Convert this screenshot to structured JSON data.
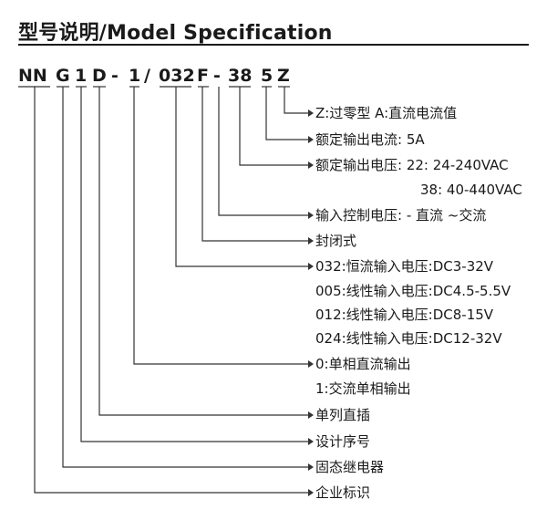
{
  "title": "型号说明/Model Specification",
  "model_code": {
    "enterprise": "NN",
    "ssr": "G",
    "design_seq": "1",
    "mounting": "D",
    "dash1": "-",
    "phase": "1",
    "slash": "/",
    "control_code": "032",
    "package": "F",
    "dash2": "-",
    "voltage_code": "38",
    "current_code": "5",
    "switch_type": "Z"
  },
  "descriptions": {
    "switch_type": "Z:过零型 A:直流电流值",
    "current": "额定输出电流: 5A",
    "voltage_22": "额定输出电压: 22: 24-240VAC",
    "voltage_38": "38: 40-440VAC",
    "control_voltage": "输入控制电压: - 直流 ~交流",
    "package": "封闭式",
    "input_032": "032:恒流输入电压:DC3-32V",
    "input_005": "005:线性输入电压:DC4.5-5.5V",
    "input_012": "012:线性输入电压:DC8-15V",
    "input_024": "024:线性输入电压:DC12-32V",
    "phase_0": "0:单相直流输出",
    "phase_1": "1:交流单相输出",
    "mounting": "单列直插",
    "design_seq": "设计序号",
    "ssr": "固态继电器",
    "enterprise": "企业标识"
  }
}
